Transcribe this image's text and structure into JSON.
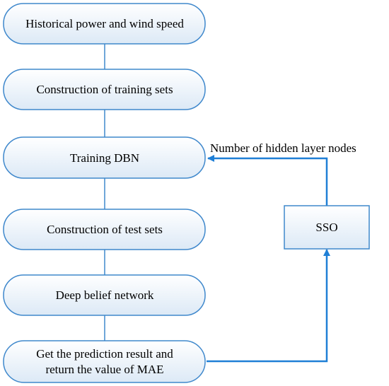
{
  "diagram": {
    "nodes": {
      "historical": {
        "lines": [
          "Historical power and wind speed"
        ]
      },
      "training_sets": {
        "lines": [
          "Construction of training sets"
        ]
      },
      "training_dbn": {
        "lines": [
          "Training DBN"
        ]
      },
      "test_sets": {
        "lines": [
          "Construction of test sets"
        ]
      },
      "dbn": {
        "lines": [
          "Deep belief network"
        ]
      },
      "prediction": {
        "lines": [
          "Get the prediction result and",
          "return the value of MAE"
        ]
      },
      "sso": {
        "lines": [
          "SSO"
        ]
      }
    },
    "edge_labels": {
      "hidden_nodes": "Number of hidden layer nodes"
    },
    "colors": {
      "box_border": "#3f88cc",
      "box_fill_light": "#ffffff",
      "box_fill_dark": "#dce9f6",
      "connector": "#3f88cc",
      "feedback_arrow": "#1f7fd6"
    }
  }
}
